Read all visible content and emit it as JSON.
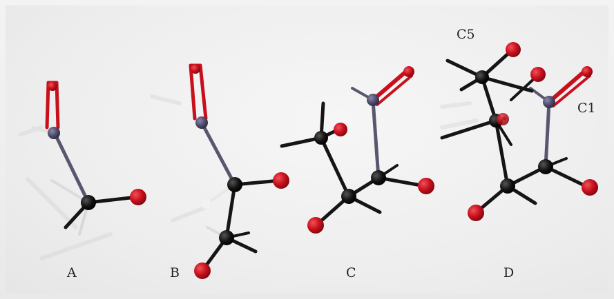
{
  "labels": {
    "a": "A",
    "b": "B",
    "c": "C",
    "d": "D",
    "c5": "C5",
    "c1": "C1"
  },
  "colors": {
    "background": "#efefef",
    "carbon_atom": "#111111",
    "oxygen_atom": "#c8101c",
    "bond_gray": "#5a5670",
    "bond_black": "#151515"
  }
}
